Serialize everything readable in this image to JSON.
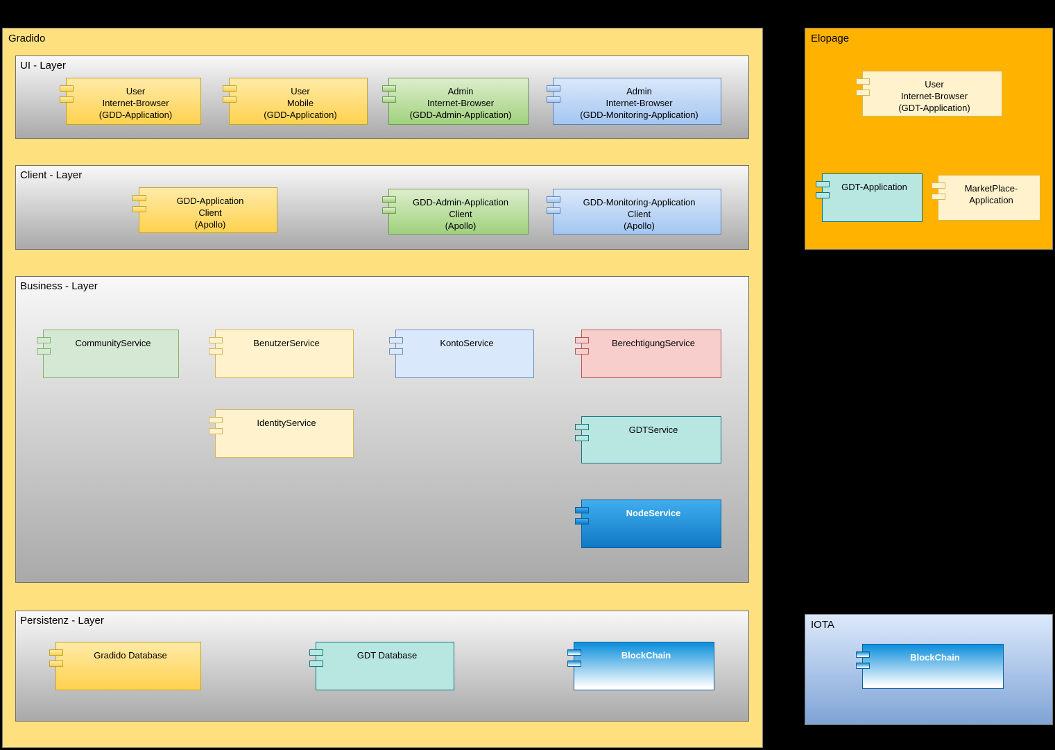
{
  "gradido": {
    "label": "Gradido",
    "ui_layer": {
      "label": "UI - Layer",
      "components": [
        {
          "label": "User\nInternet-Browser\n(GDD-Application)"
        },
        {
          "label": "User\nMobile\n(GDD-Application)"
        },
        {
          "label": "Admin\nInternet-Browser\n(GDD-Admin-Application)"
        },
        {
          "label": "Admin\nInternet-Browser\n(GDD-Monitoring-Application)"
        }
      ]
    },
    "client_layer": {
      "label": "Client - Layer",
      "components": [
        {
          "label": "GDD-Application\nClient\n(Apollo)"
        },
        {
          "label": "GDD-Admin-Application\nClient\n(Apollo)"
        },
        {
          "label": "GDD-Monitoring-Application\nClient\n(Apollo)"
        }
      ]
    },
    "business_layer": {
      "label": "Business - Layer",
      "components": [
        {
          "label": "CommunityService"
        },
        {
          "label": "BenutzerService"
        },
        {
          "label": "KontoService"
        },
        {
          "label": "BerechtigungService"
        },
        {
          "label": "IdentityService"
        },
        {
          "label": "GDTService"
        },
        {
          "label": "NodeService"
        }
      ]
    },
    "persistenz_layer": {
      "label": "Persistenz - Layer",
      "components": [
        {
          "label": "Gradido Database"
        },
        {
          "label": "GDT Database"
        },
        {
          "label": "BlockChain"
        }
      ]
    }
  },
  "elopage": {
    "label": "Elopage",
    "components": [
      {
        "label": "User\nInternet-Browser\n(GDT-Application)"
      },
      {
        "label": "GDT-Application"
      },
      {
        "label": "MarketPlace-\nApplication"
      }
    ]
  },
  "iota": {
    "label": "IOTA",
    "components": [
      {
        "label": "BlockChain"
      }
    ]
  },
  "palette": {
    "gradido_fill": "#FFE07E",
    "elopage_fill": "#FFB300",
    "iota_fill_top": "#DCE9FB",
    "iota_fill_bottom": "#7FA3D6",
    "yellow_component": "#FFD24F",
    "green_component": "#A0D17D",
    "blue_component": "#A3C6F1",
    "teal_component": "#B8E6E1",
    "node_blue": "#1079C5",
    "background": "#000000"
  }
}
